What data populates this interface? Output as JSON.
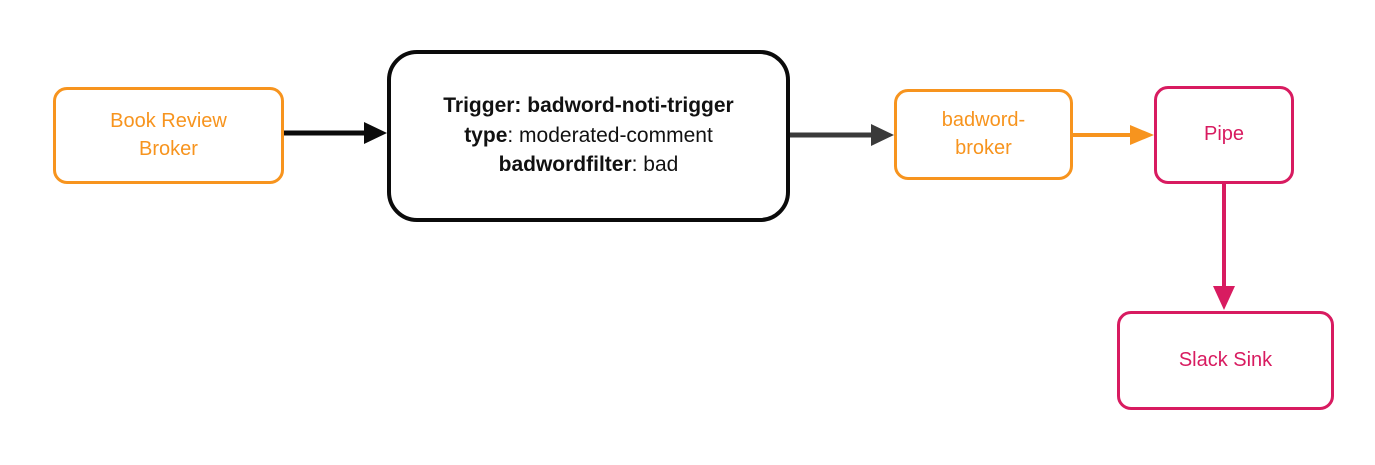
{
  "diagram": {
    "type": "flow-diagram",
    "background": "#ffffff",
    "colors": {
      "orange": "#F7941E",
      "pink": "#D81B60",
      "black": "#0b0b0b",
      "dark_gray": "#3a3a3a"
    },
    "nodes": [
      {
        "id": "book-review-broker",
        "label_line1": "Book Review",
        "label_line2": "Broker",
        "style": "orange"
      },
      {
        "id": "badword-noti-trigger",
        "line1_bold": "Trigger: badword-noti-trigger",
        "line2_bold": "type",
        "line2_rest": ": moderated-comment",
        "line3_bold": "badwordfilter",
        "line3_rest": ": bad",
        "style": "black"
      },
      {
        "id": "badword-broker",
        "label_line1": "badword-",
        "label_line2": "broker",
        "style": "orange"
      },
      {
        "id": "pipe",
        "label": "Pipe",
        "style": "pink"
      },
      {
        "id": "slack-sink",
        "label": "Slack Sink",
        "style": "pink"
      }
    ],
    "edges": [
      {
        "id": "edge-broker-to-trigger",
        "from": "book-review-broker",
        "to": "badword-noti-trigger",
        "color": "#0b0b0b",
        "direction": "right"
      },
      {
        "id": "edge-trigger-to-badword-broker",
        "from": "badword-noti-trigger",
        "to": "badword-broker",
        "color": "#3a3a3a",
        "direction": "right"
      },
      {
        "id": "edge-badword-broker-to-pipe",
        "from": "badword-broker",
        "to": "pipe",
        "color": "#F7941E",
        "direction": "right"
      },
      {
        "id": "edge-pipe-to-slack-sink",
        "from": "pipe",
        "to": "slack-sink",
        "color": "#D81B60",
        "direction": "down"
      }
    ]
  }
}
